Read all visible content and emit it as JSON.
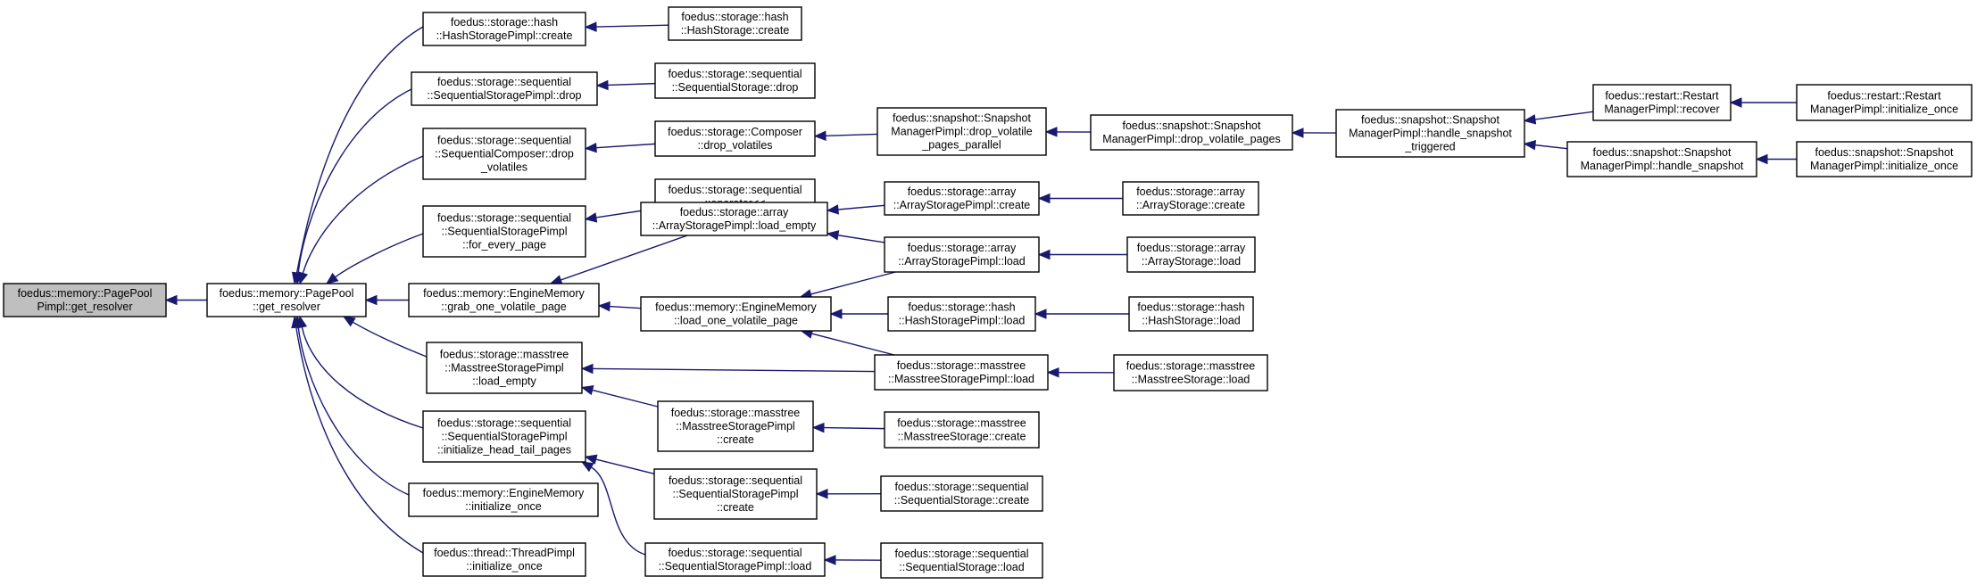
{
  "graph": {
    "edge_color": "#191970",
    "root_fill": "#bfbfbf",
    "nodes": [
      {
        "id": "root",
        "lines": [
          "foedus::memory::PagePool",
          "Pimpl::get_resolver"
        ],
        "root": true
      },
      {
        "id": "gr",
        "lines": [
          "foedus::memory::PagePool",
          "::get_resolver"
        ]
      },
      {
        "id": "hsp_create",
        "lines": [
          "foedus::storage::hash",
          "::HashStoragePimpl::create"
        ]
      },
      {
        "id": "ssp_drop",
        "lines": [
          "foedus::storage::sequential",
          "::SequentialStoragePimpl::drop"
        ]
      },
      {
        "id": "sc_drop",
        "lines": [
          "foedus::storage::sequential",
          "::SequentialComposer::drop",
          "_volatiles"
        ]
      },
      {
        "id": "ssp_fep",
        "lines": [
          "foedus::storage::sequential",
          "::SequentialStoragePimpl",
          "::for_every_page"
        ]
      },
      {
        "id": "em_grab",
        "lines": [
          "foedus::memory::EngineMemory",
          "::grab_one_volatile_page"
        ]
      },
      {
        "id": "msp_le",
        "lines": [
          "foedus::storage::masstree",
          "::MasstreeStoragePimpl",
          "::load_empty"
        ]
      },
      {
        "id": "ssp_ihtp",
        "lines": [
          "foedus::storage::sequential",
          "::SequentialStoragePimpl",
          "::initialize_head_tail_pages"
        ]
      },
      {
        "id": "em_init",
        "lines": [
          "foedus::memory::EngineMemory",
          "::initialize_once"
        ]
      },
      {
        "id": "tp_init",
        "lines": [
          "foedus::thread::ThreadPimpl",
          "::initialize_once"
        ]
      },
      {
        "id": "hs_create",
        "lines": [
          "foedus::storage::hash",
          "::HashStorage::create"
        ]
      },
      {
        "id": "ss_drop",
        "lines": [
          "foedus::storage::sequential",
          "::SequentialStorage::drop"
        ]
      },
      {
        "id": "comp_dv",
        "lines": [
          "foedus::storage::Composer",
          "::drop_volatiles"
        ]
      },
      {
        "id": "seq_op",
        "lines": [
          "foedus::storage::sequential",
          "::operator<<"
        ]
      },
      {
        "id": "asp_le",
        "lines": [
          "foedus::storage::array",
          "::ArrayStoragePimpl::load_empty"
        ]
      },
      {
        "id": "em_load",
        "lines": [
          "foedus::memory::EngineMemory",
          "::load_one_volatile_page"
        ]
      },
      {
        "id": "msp_create",
        "lines": [
          "foedus::storage::masstree",
          "::MasstreeStoragePimpl",
          "::create"
        ]
      },
      {
        "id": "ssp_create",
        "lines": [
          "foedus::storage::sequential",
          "::SequentialStoragePimpl",
          "::create"
        ]
      },
      {
        "id": "ssp_load",
        "lines": [
          "foedus::storage::sequential",
          "::SequentialStoragePimpl::load"
        ]
      },
      {
        "id": "smp_dvpp",
        "lines": [
          "foedus::snapshot::Snapshot",
          "ManagerPimpl::drop_volatile",
          "_pages_parallel"
        ]
      },
      {
        "id": "asp_create",
        "lines": [
          "foedus::storage::array",
          "::ArrayStoragePimpl::create"
        ]
      },
      {
        "id": "asp_load",
        "lines": [
          "foedus::storage::array",
          "::ArrayStoragePimpl::load"
        ]
      },
      {
        "id": "hsp_load",
        "lines": [
          "foedus::storage::hash",
          "::HashStoragePimpl::load"
        ]
      },
      {
        "id": "msp_load",
        "lines": [
          "foedus::storage::masstree",
          "::MasstreeStoragePimpl::load"
        ]
      },
      {
        "id": "ms_create",
        "lines": [
          "foedus::storage::masstree",
          "::MasstreeStorage::create"
        ]
      },
      {
        "id": "ss_create",
        "lines": [
          "foedus::storage::sequential",
          "::SequentialStorage::create"
        ]
      },
      {
        "id": "ss_load",
        "lines": [
          "foedus::storage::sequential",
          "::SequentialStorage::load"
        ]
      },
      {
        "id": "smp_dvp",
        "lines": [
          "foedus::snapshot::Snapshot",
          "ManagerPimpl::drop_volatile_pages"
        ]
      },
      {
        "id": "as_create",
        "lines": [
          "foedus::storage::array",
          "::ArrayStorage::create"
        ]
      },
      {
        "id": "as_load",
        "lines": [
          "foedus::storage::array",
          "::ArrayStorage::load"
        ]
      },
      {
        "id": "hs_load",
        "lines": [
          "foedus::storage::hash",
          "::HashStorage::load"
        ]
      },
      {
        "id": "ms_load",
        "lines": [
          "foedus::storage::masstree",
          "::MasstreeStorage::load"
        ]
      },
      {
        "id": "smp_hst",
        "lines": [
          "foedus::snapshot::Snapshot",
          "ManagerPimpl::handle_snapshot",
          "_triggered"
        ]
      },
      {
        "id": "rmp_recover",
        "lines": [
          "foedus::restart::Restart",
          "ManagerPimpl::recover"
        ]
      },
      {
        "id": "smp_hs",
        "lines": [
          "foedus::snapshot::Snapshot",
          "ManagerPimpl::handle_snapshot"
        ]
      },
      {
        "id": "rmp_init",
        "lines": [
          "foedus::restart::Restart",
          "ManagerPimpl::initialize_once"
        ]
      },
      {
        "id": "smp_init",
        "lines": [
          "foedus::snapshot::Snapshot",
          "ManagerPimpl::initialize_once"
        ]
      }
    ],
    "edges": [
      [
        "gr",
        "root"
      ],
      [
        "hsp_create",
        "gr"
      ],
      [
        "ssp_drop",
        "gr"
      ],
      [
        "sc_drop",
        "gr"
      ],
      [
        "ssp_fep",
        "gr"
      ],
      [
        "em_grab",
        "gr"
      ],
      [
        "msp_le",
        "gr"
      ],
      [
        "ssp_ihtp",
        "gr"
      ],
      [
        "em_init",
        "gr"
      ],
      [
        "tp_init",
        "gr"
      ],
      [
        "hs_create",
        "hsp_create"
      ],
      [
        "ss_drop",
        "ssp_drop"
      ],
      [
        "comp_dv",
        "sc_drop"
      ],
      [
        "seq_op",
        "ssp_fep"
      ],
      [
        "asp_le",
        "em_grab"
      ],
      [
        "em_load",
        "em_grab"
      ],
      [
        "msp_load",
        "msp_le"
      ],
      [
        "msp_create",
        "msp_le"
      ],
      [
        "ssp_create",
        "ssp_ihtp"
      ],
      [
        "ssp_load",
        "ssp_ihtp"
      ],
      [
        "smp_dvpp",
        "comp_dv"
      ],
      [
        "asp_create",
        "asp_le"
      ],
      [
        "asp_load",
        "asp_le"
      ],
      [
        "asp_load",
        "em_load"
      ],
      [
        "hsp_load",
        "em_load"
      ],
      [
        "msp_load",
        "em_load"
      ],
      [
        "ms_create",
        "msp_create"
      ],
      [
        "ss_create",
        "ssp_create"
      ],
      [
        "ss_load",
        "ssp_load"
      ],
      [
        "smp_dvp",
        "smp_dvpp"
      ],
      [
        "as_create",
        "asp_create"
      ],
      [
        "as_load",
        "asp_load"
      ],
      [
        "hs_load",
        "hsp_load"
      ],
      [
        "ms_load",
        "msp_load"
      ],
      [
        "smp_hst",
        "smp_dvp"
      ],
      [
        "rmp_recover",
        "smp_hst"
      ],
      [
        "smp_hs",
        "smp_hst"
      ],
      [
        "rmp_init",
        "rmp_recover"
      ],
      [
        "smp_init",
        "smp_hs"
      ]
    ]
  }
}
